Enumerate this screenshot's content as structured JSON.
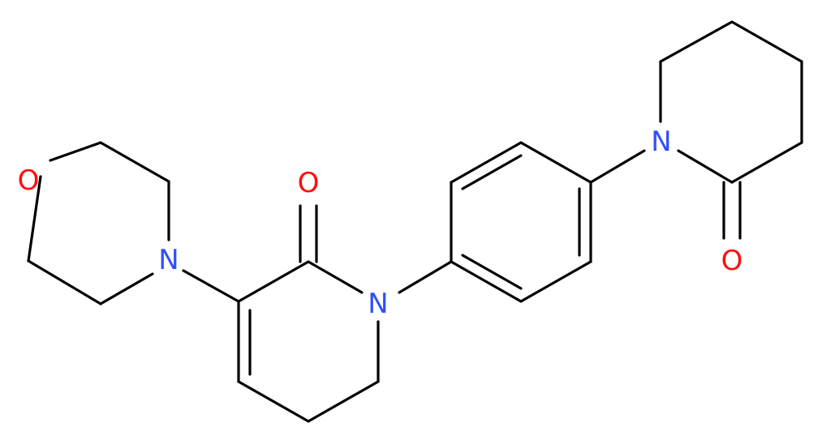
{
  "molecule": {
    "atoms": {
      "o_morpholine": {
        "symbol": "O",
        "color": "#ff0d0d"
      },
      "n_morpholine": {
        "symbol": "N",
        "color": "#3050f8"
      },
      "o_pyridinone": {
        "symbol": "O",
        "color": "#ff0d0d"
      },
      "n_pyridinone": {
        "symbol": "N",
        "color": "#3050f8"
      },
      "n_piperidinone": {
        "symbol": "N",
        "color": "#3050f8"
      },
      "o_piperidinone": {
        "symbol": "O",
        "color": "#ff0d0d"
      }
    },
    "bond_color": "#000000",
    "background": "#ffffff"
  }
}
